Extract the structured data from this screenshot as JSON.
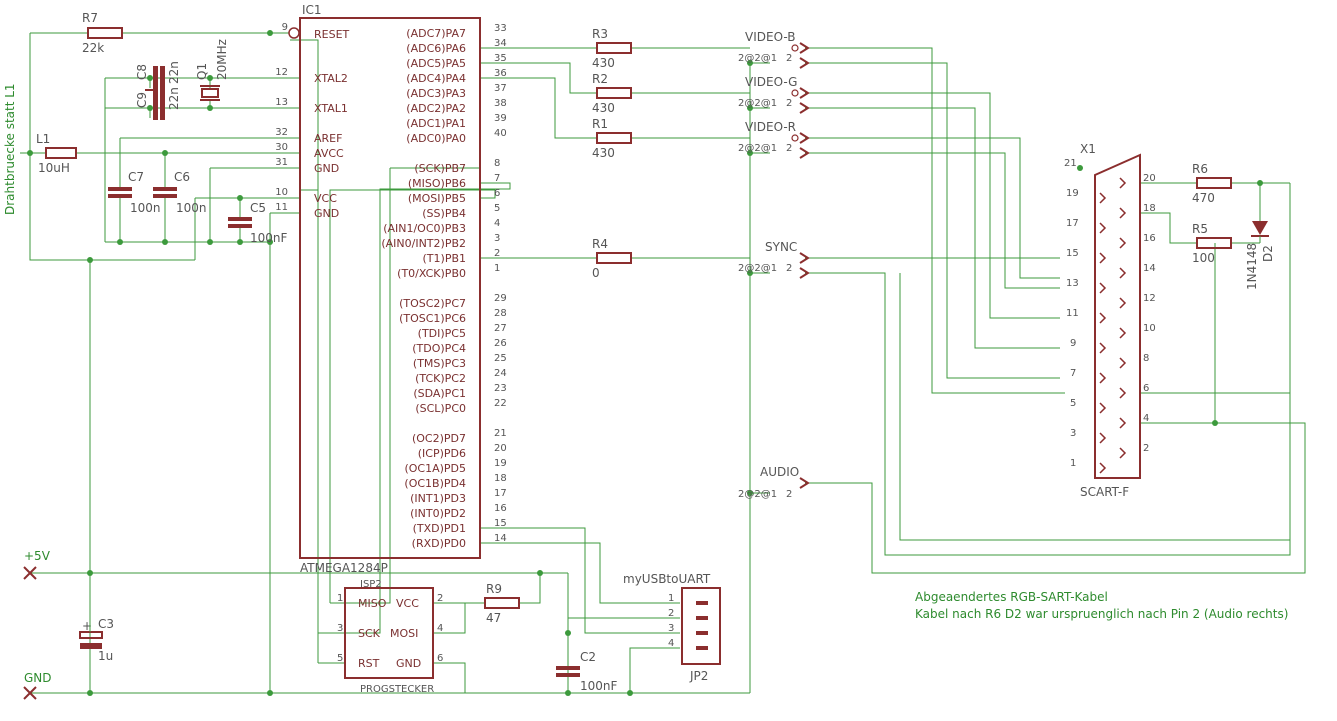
{
  "ic1": {
    "ref": "IC1",
    "value": "ATMEGA1284P",
    "left_pins": [
      {
        "num": "9",
        "name": "RESET"
      },
      {
        "num": "12",
        "name": "XTAL2"
      },
      {
        "num": "13",
        "name": "XTAL1"
      },
      {
        "num": "32",
        "name": "AREF"
      },
      {
        "num": "30",
        "name": "AVCC"
      },
      {
        "num": "31",
        "name": "GND"
      },
      {
        "num": "10",
        "name": "VCC"
      },
      {
        "num": "11",
        "name": "GND"
      }
    ],
    "right_pins_a": [
      {
        "num": "33",
        "name": "(ADC7)PA7"
      },
      {
        "num": "34",
        "name": "(ADC6)PA6"
      },
      {
        "num": "35",
        "name": "(ADC5)PA5"
      },
      {
        "num": "36",
        "name": "(ADC4)PA4"
      },
      {
        "num": "37",
        "name": "(ADC3)PA3"
      },
      {
        "num": "38",
        "name": "(ADC2)PA2"
      },
      {
        "num": "39",
        "name": "(ADC1)PA1"
      },
      {
        "num": "40",
        "name": "(ADC0)PA0"
      }
    ],
    "right_pins_b": [
      {
        "num": "8",
        "name": "(SCK)PB7"
      },
      {
        "num": "7",
        "name": "(MISO)PB6"
      },
      {
        "num": "6",
        "name": "(MOSI)PB5"
      },
      {
        "num": "5",
        "name": "(SS)PB4"
      },
      {
        "num": "4",
        "name": "(AIN1/OC0)PB3"
      },
      {
        "num": "3",
        "name": "(AIN0/INT2)PB2"
      },
      {
        "num": "2",
        "name": "(T1)PB1"
      },
      {
        "num": "1",
        "name": "(T0/XCK)PB0"
      }
    ],
    "right_pins_c": [
      {
        "num": "29",
        "name": "(TOSC2)PC7"
      },
      {
        "num": "28",
        "name": "(TOSC1)PC6"
      },
      {
        "num": "27",
        "name": "(TDI)PC5"
      },
      {
        "num": "26",
        "name": "(TDO)PC4"
      },
      {
        "num": "25",
        "name": "(TMS)PC3"
      },
      {
        "num": "24",
        "name": "(TCK)PC2"
      },
      {
        "num": "23",
        "name": "(SDA)PC1"
      },
      {
        "num": "22",
        "name": "(SCL)PC0"
      }
    ],
    "right_pins_d": [
      {
        "num": "21",
        "name": "(OC2)PD7"
      },
      {
        "num": "20",
        "name": "(ICP)PD6"
      },
      {
        "num": "19",
        "name": "(OC1A)PD5"
      },
      {
        "num": "18",
        "name": "(OC1B)PD4"
      },
      {
        "num": "17",
        "name": "(INT1)PD3"
      },
      {
        "num": "16",
        "name": "(INT0)PD2"
      },
      {
        "num": "15",
        "name": "(TXD)PD1"
      },
      {
        "num": "14",
        "name": "(RXD)PD0"
      }
    ]
  },
  "resistors": {
    "r7": {
      "ref": "R7",
      "value": "22k"
    },
    "r3": {
      "ref": "R3",
      "value": "430"
    },
    "r2": {
      "ref": "R2",
      "value": "430"
    },
    "r1": {
      "ref": "R1",
      "value": "430"
    },
    "r4": {
      "ref": "R4",
      "value": "0"
    },
    "r9": {
      "ref": "R9",
      "value": "47"
    },
    "r6": {
      "ref": "R6",
      "value": "470"
    },
    "r5": {
      "ref": "R5",
      "value": "100"
    }
  },
  "capacitors": {
    "c8": {
      "ref": "C8",
      "value": "22n"
    },
    "c9": {
      "ref": "C9",
      "value": "22n"
    },
    "c7": {
      "ref": "C7",
      "value": "100n"
    },
    "c6": {
      "ref": "C6",
      "value": "100n"
    },
    "c5": {
      "ref": "C5",
      "value": "100nF"
    },
    "c3": {
      "ref": "C3",
      "value": "1u"
    },
    "c2": {
      "ref": "C2",
      "value": "100nF"
    }
  },
  "crystal": {
    "ref": "Q1",
    "value": "20MHz"
  },
  "inductor": {
    "ref": "L1",
    "value": "10uH"
  },
  "diode": {
    "ref": "D2",
    "value": "1N4148"
  },
  "side_note": "Drahtbruecke statt L1",
  "connectors": {
    "video_b": "VIDEO-B",
    "video_g": "VIDEO-G",
    "video_r": "VIDEO-R",
    "sync": "SYNC",
    "audio": "AUDIO",
    "pin_2": "2",
    "pin_1": "1",
    "pin_2_rep": "2@2@1"
  },
  "scart": {
    "ref": "X1",
    "value": "SCART-F",
    "left_pins": [
      "21",
      "19",
      "17",
      "15",
      "13",
      "11",
      "9",
      "7",
      "5",
      "3",
      "1"
    ],
    "right_pins": [
      "20",
      "18",
      "16",
      "14",
      "12",
      "10",
      "8",
      "6",
      "4",
      "2"
    ]
  },
  "isp": {
    "ref": "ISP2",
    "value": "PROGSTECKER",
    "pins": [
      {
        "num": "1",
        "name": "MISO"
      },
      {
        "num": "2",
        "name": "VCC"
      },
      {
        "num": "3",
        "name": "SCK"
      },
      {
        "num": "4",
        "name": "MOSI"
      },
      {
        "num": "5",
        "name": "RST"
      },
      {
        "num": "6",
        "name": "GND"
      }
    ]
  },
  "uart": {
    "title": "myUSBtoUART",
    "ref": "JP2",
    "pins": [
      "1",
      "2",
      "3",
      "4"
    ]
  },
  "power": {
    "vcc": "+5V",
    "gnd": "GND"
  },
  "notes": {
    "line1": "Abgeaendertes RGB-SART-Kabel",
    "line2": "Kabel nach R6 D2 war urspruenglich nach Pin 2 (Audio rechts)"
  }
}
